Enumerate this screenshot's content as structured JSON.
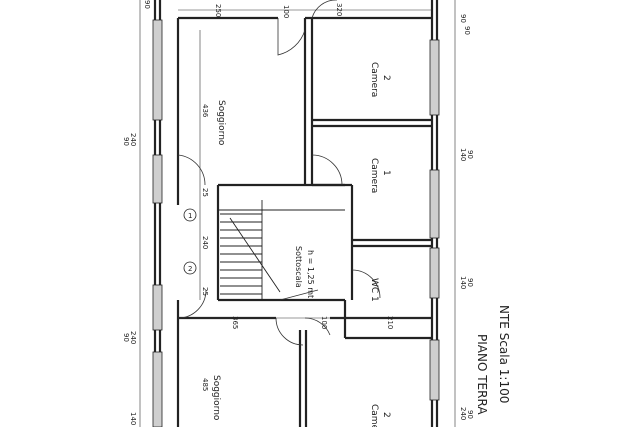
{
  "rooms": {
    "soggiorno_upper": "Soggiorno",
    "soggiorno_lower": "Soggiorno",
    "camera2": {
      "name": "Camera",
      "num": "2"
    },
    "camera1": {
      "name": "Camera",
      "num": "1"
    },
    "camera_partial": {
      "name": "Camera",
      "num": "2"
    },
    "wc": "WC 1",
    "sottoscala": {
      "name": "Sottoscala",
      "height": "h = 1,25 mt"
    }
  },
  "dimensions": {
    "top_left": "90",
    "top_250": "250",
    "top_100": "100",
    "top_320": "320",
    "top_right": "90",
    "right_140_upper": "140",
    "right_90_upper": "90",
    "right_140_lower": "140",
    "right_90_lower": "90",
    "left_240_upper": "240",
    "left_90_upper": "90",
    "left_240_lower": "240",
    "left_90_lower": "90",
    "left_140": "140",
    "mid_365": "365",
    "mid_100": "100",
    "mid_210": "210",
    "vert_436": "436",
    "vert_25_upper": "25",
    "vert_240": "240",
    "vert_25_lower": "25",
    "vert_485": "485",
    "bottom_right_240": "240",
    "bottom_right_90": "90"
  },
  "markers": {
    "one": "1",
    "two": "2"
  },
  "title": {
    "line1": "PIANO TERRA",
    "line2": "NTE Scala 1:100"
  }
}
